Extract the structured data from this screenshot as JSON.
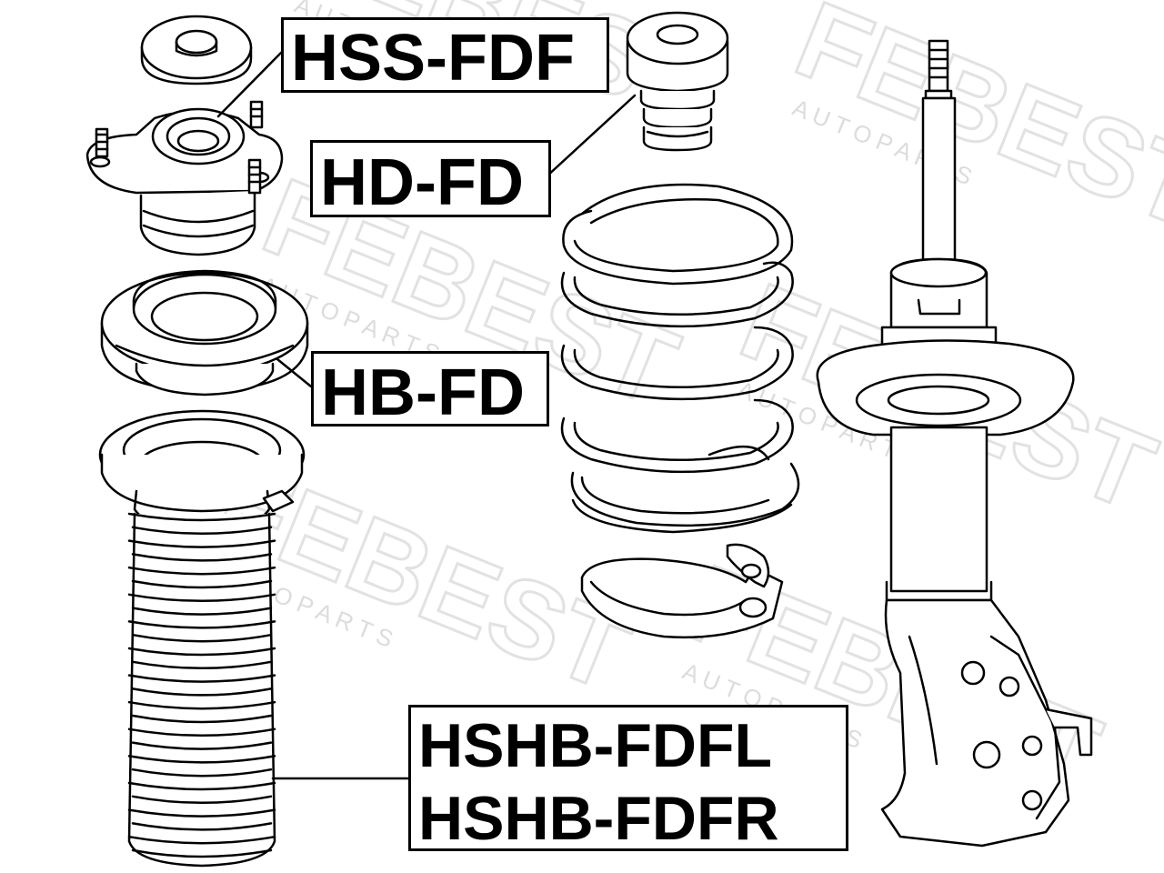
{
  "watermark": {
    "brand": "FEBEST",
    "tagline": "A U T O   P A R T S",
    "color": "#d9d9d9"
  },
  "labels": {
    "strut_support": "HSS-FDF",
    "bump_stop": "HD-FD",
    "bearing": "HB-FD",
    "boot_left": "HSHB-FDFL",
    "boot_right": "HSHB-FDFR"
  },
  "colors": {
    "line": "#000000",
    "background": "#ffffff"
  }
}
